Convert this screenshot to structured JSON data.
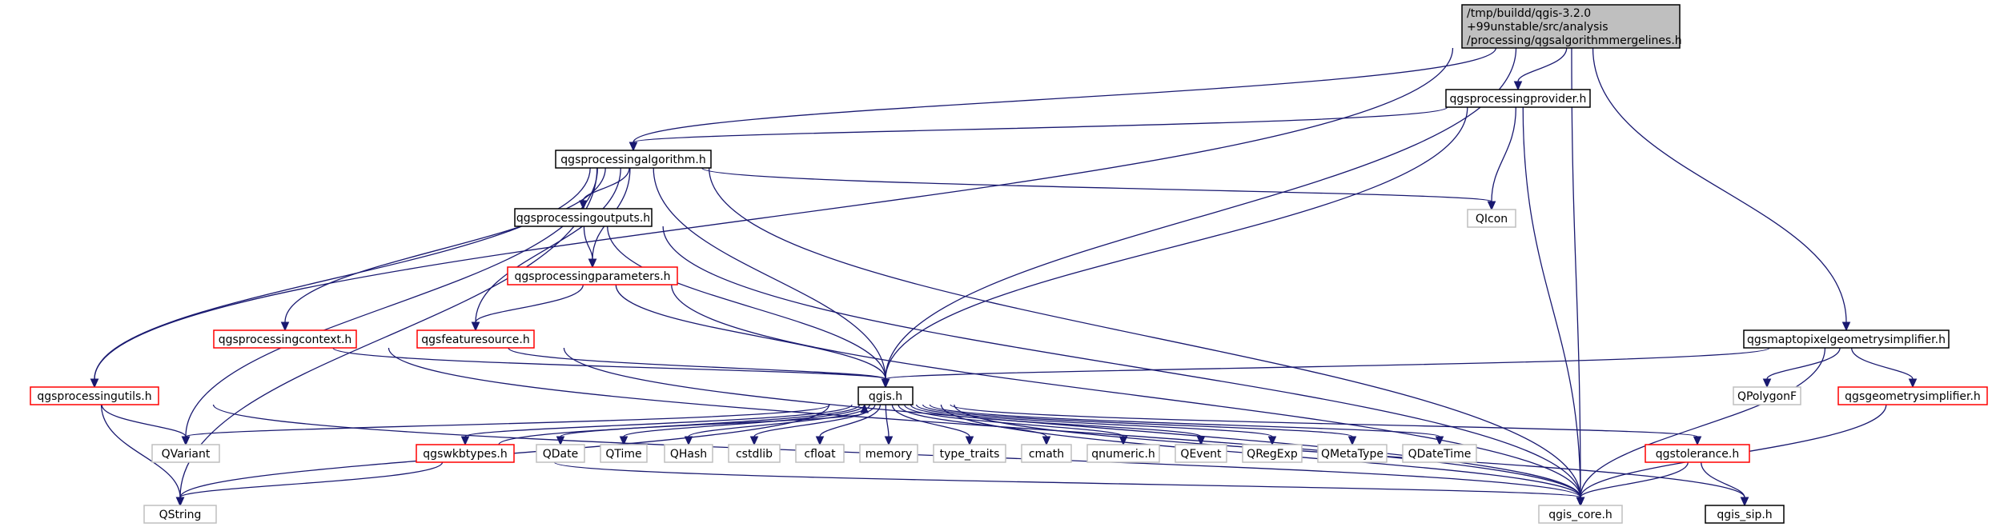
{
  "colors": {
    "edge": "#191970",
    "root_fill": "#bfbfbf",
    "root_border": "#000000",
    "documented_border": "#000000",
    "partial_border": "#ff0000",
    "external_border": "#bfbfbf",
    "external_text": "#666666"
  },
  "nodes": [
    {
      "id": "root",
      "lines": [
        "/tmp/buildd/qgis-3.2.0",
        "+99unstable/src/analysis",
        "/processing/qgsalgorithmmergelines.h"
      ],
      "kind": "root"
    },
    {
      "id": "provider",
      "lines": [
        "qgsprocessingprovider.h"
      ],
      "kind": "documented"
    },
    {
      "id": "algorithm",
      "lines": [
        "qgsprocessingalgorithm.h"
      ],
      "kind": "documented"
    },
    {
      "id": "outputs",
      "lines": [
        "qgsprocessingoutputs.h"
      ],
      "kind": "documented"
    },
    {
      "id": "parameters",
      "lines": [
        "qgsprocessingparameters.h"
      ],
      "kind": "partial"
    },
    {
      "id": "context",
      "lines": [
        "qgsprocessingcontext.h"
      ],
      "kind": "partial"
    },
    {
      "id": "featuresource",
      "lines": [
        "qgsfeaturesource.h"
      ],
      "kind": "partial"
    },
    {
      "id": "utils",
      "lines": [
        "qgsprocessingutils.h"
      ],
      "kind": "partial"
    },
    {
      "id": "mtpgs",
      "lines": [
        "qgsmaptopixelgeometrysimplifier.h"
      ],
      "kind": "documented"
    },
    {
      "id": "geomsimp",
      "lines": [
        "qgsgeometrysimplifier.h"
      ],
      "kind": "partial"
    },
    {
      "id": "qpolygonf",
      "lines": [
        "QPolygonF"
      ],
      "kind": "external"
    },
    {
      "id": "qicon",
      "lines": [
        "QIcon"
      ],
      "kind": "external"
    },
    {
      "id": "qgis",
      "lines": [
        "qgis.h"
      ],
      "kind": "documented"
    },
    {
      "id": "qvariant",
      "lines": [
        "QVariant"
      ],
      "kind": "external"
    },
    {
      "id": "wkbtypes",
      "lines": [
        "qgswkbtypes.h"
      ],
      "kind": "partial"
    },
    {
      "id": "qdate",
      "lines": [
        "QDate"
      ],
      "kind": "external"
    },
    {
      "id": "qtime",
      "lines": [
        "QTime"
      ],
      "kind": "external"
    },
    {
      "id": "qhash",
      "lines": [
        "QHash"
      ],
      "kind": "external"
    },
    {
      "id": "cstdlib",
      "lines": [
        "cstdlib"
      ],
      "kind": "external"
    },
    {
      "id": "cfloat",
      "lines": [
        "cfloat"
      ],
      "kind": "external"
    },
    {
      "id": "memory",
      "lines": [
        "memory"
      ],
      "kind": "external"
    },
    {
      "id": "typetraits",
      "lines": [
        "type_traits"
      ],
      "kind": "external"
    },
    {
      "id": "cmath",
      "lines": [
        "cmath"
      ],
      "kind": "external"
    },
    {
      "id": "qnumeric",
      "lines": [
        "qnumeric.h"
      ],
      "kind": "external"
    },
    {
      "id": "qevent",
      "lines": [
        "QEvent"
      ],
      "kind": "external"
    },
    {
      "id": "qregexp",
      "lines": [
        "QRegExp"
      ],
      "kind": "external"
    },
    {
      "id": "qmetatype",
      "lines": [
        "QMetaType"
      ],
      "kind": "external"
    },
    {
      "id": "qdatetime",
      "lines": [
        "QDateTime"
      ],
      "kind": "external"
    },
    {
      "id": "tolerance",
      "lines": [
        "qgstolerance.h"
      ],
      "kind": "partial"
    },
    {
      "id": "qstring",
      "lines": [
        "QString"
      ],
      "kind": "external"
    },
    {
      "id": "qgiscore",
      "lines": [
        "qgis_core.h"
      ],
      "kind": "external"
    },
    {
      "id": "qgissip",
      "lines": [
        "qgis_sip.h"
      ],
      "kind": "documented"
    }
  ],
  "edges": [
    [
      "root",
      "provider"
    ],
    [
      "root",
      "algorithm"
    ],
    [
      "root",
      "utils"
    ],
    [
      "root",
      "qgis"
    ],
    [
      "root",
      "mtpgs"
    ],
    [
      "root",
      "qgiscore"
    ],
    [
      "provider",
      "algorithm"
    ],
    [
      "provider",
      "qicon"
    ],
    [
      "provider",
      "qgis"
    ],
    [
      "provider",
      "qgiscore"
    ],
    [
      "algorithm",
      "outputs"
    ],
    [
      "algorithm",
      "parameters"
    ],
    [
      "algorithm",
      "context"
    ],
    [
      "algorithm",
      "featuresource"
    ],
    [
      "algorithm",
      "utils"
    ],
    [
      "algorithm",
      "qgis"
    ],
    [
      "algorithm",
      "qicon"
    ],
    [
      "algorithm",
      "qvariant"
    ],
    [
      "algorithm",
      "qstring"
    ],
    [
      "algorithm",
      "qgiscore"
    ],
    [
      "outputs",
      "parameters"
    ],
    [
      "outputs",
      "qgis"
    ],
    [
      "outputs",
      "qgiscore"
    ],
    [
      "parameters",
      "featuresource"
    ],
    [
      "parameters",
      "qgis"
    ],
    [
      "parameters",
      "qgiscore"
    ],
    [
      "context",
      "qgis"
    ],
    [
      "context",
      "qgiscore"
    ],
    [
      "featuresource",
      "qgis"
    ],
    [
      "featuresource",
      "qgiscore"
    ],
    [
      "utils",
      "qvariant"
    ],
    [
      "utils",
      "qstring"
    ],
    [
      "utils",
      "qgiscore"
    ],
    [
      "mtpgs",
      "qgis"
    ],
    [
      "mtpgs",
      "qpolygonf"
    ],
    [
      "mtpgs",
      "geomsimp"
    ],
    [
      "mtpgs",
      "qgiscore"
    ],
    [
      "geomsimp",
      "qgiscore"
    ],
    [
      "qgis",
      "qvariant"
    ],
    [
      "qgis",
      "wkbtypes"
    ],
    [
      "qgis",
      "qdate"
    ],
    [
      "qgis",
      "qtime"
    ],
    [
      "qgis",
      "qhash"
    ],
    [
      "qgis",
      "cstdlib"
    ],
    [
      "qgis",
      "cfloat"
    ],
    [
      "qgis",
      "memory"
    ],
    [
      "qgis",
      "typetraits"
    ],
    [
      "qgis",
      "cmath"
    ],
    [
      "qgis",
      "qnumeric"
    ],
    [
      "qgis",
      "qevent"
    ],
    [
      "qgis",
      "qregexp"
    ],
    [
      "qgis",
      "qmetatype"
    ],
    [
      "qgis",
      "qdatetime"
    ],
    [
      "qgis",
      "tolerance"
    ],
    [
      "qgis",
      "qstring"
    ],
    [
      "qgis",
      "qgiscore"
    ],
    [
      "qgis",
      "qgissip"
    ],
    [
      "wkbtypes",
      "qgis"
    ],
    [
      "wkbtypes",
      "qstring"
    ],
    [
      "wkbtypes",
      "qgiscore"
    ],
    [
      "tolerance",
      "qgiscore"
    ],
    [
      "tolerance",
      "qgissip"
    ]
  ]
}
